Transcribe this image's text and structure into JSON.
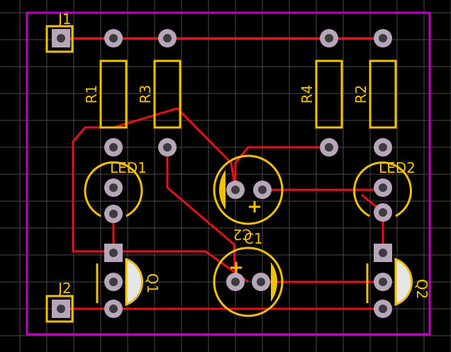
{
  "colors": {
    "background": "#000000",
    "grid": "#4a4a4a",
    "board_outline": "#c200c2",
    "copper_trace": "#e8101a",
    "silkscreen": "#f2c200",
    "pad_ring": "#b7a6b9",
    "pad_hole": "#3c3c3c"
  },
  "components": {
    "J1": "J1",
    "J2": "J2",
    "R1": "R1",
    "R2": "R2",
    "R3": "R3",
    "R4": "R4",
    "LED1": "LED1",
    "LED2": "LED2",
    "C1": "C1",
    "C2": "C2",
    "Q1": "Q1",
    "Q2": "Q2"
  },
  "polarity": {
    "c1_plus": "+",
    "c2_plus": "+"
  }
}
